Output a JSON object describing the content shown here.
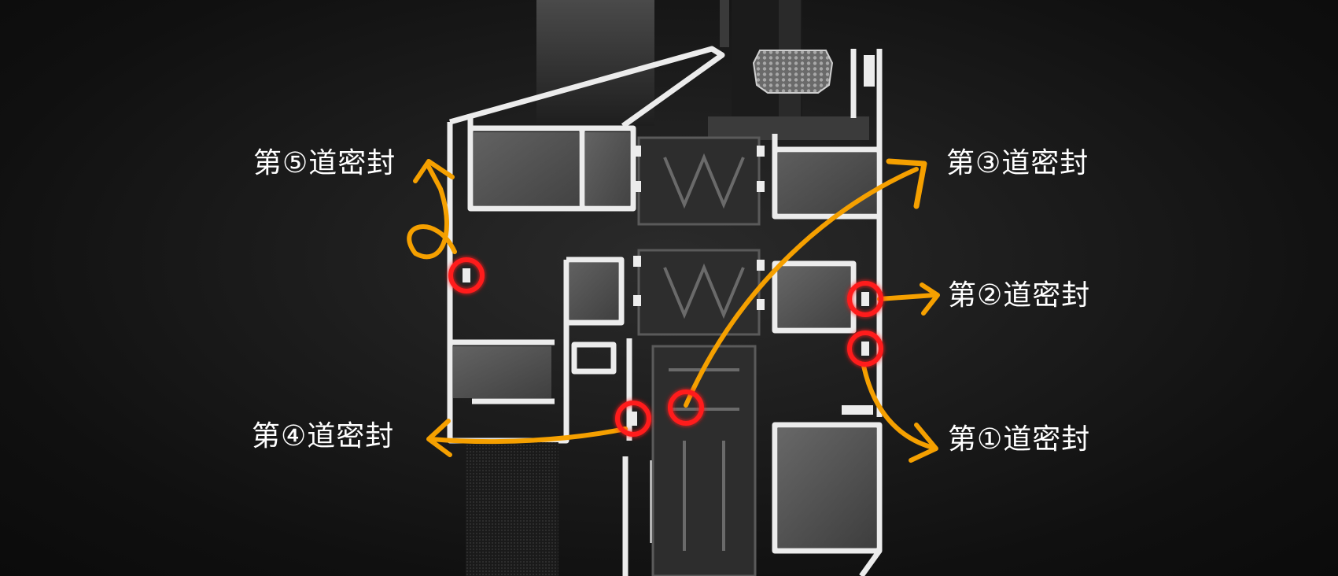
{
  "seals": [
    {
      "id": "seal-5",
      "label": "第⑤道密封"
    },
    {
      "id": "seal-3",
      "label": "第③道密封"
    },
    {
      "id": "seal-2",
      "label": "第②道密封"
    },
    {
      "id": "seal-4",
      "label": "第④道密封"
    },
    {
      "id": "seal-1",
      "label": "第①道密封"
    }
  ],
  "colors": {
    "background": "#111111",
    "profile": "#e8e8e8",
    "arrow": "#f5a000",
    "marker": "#ff1a1a",
    "label": "#ffffff"
  }
}
